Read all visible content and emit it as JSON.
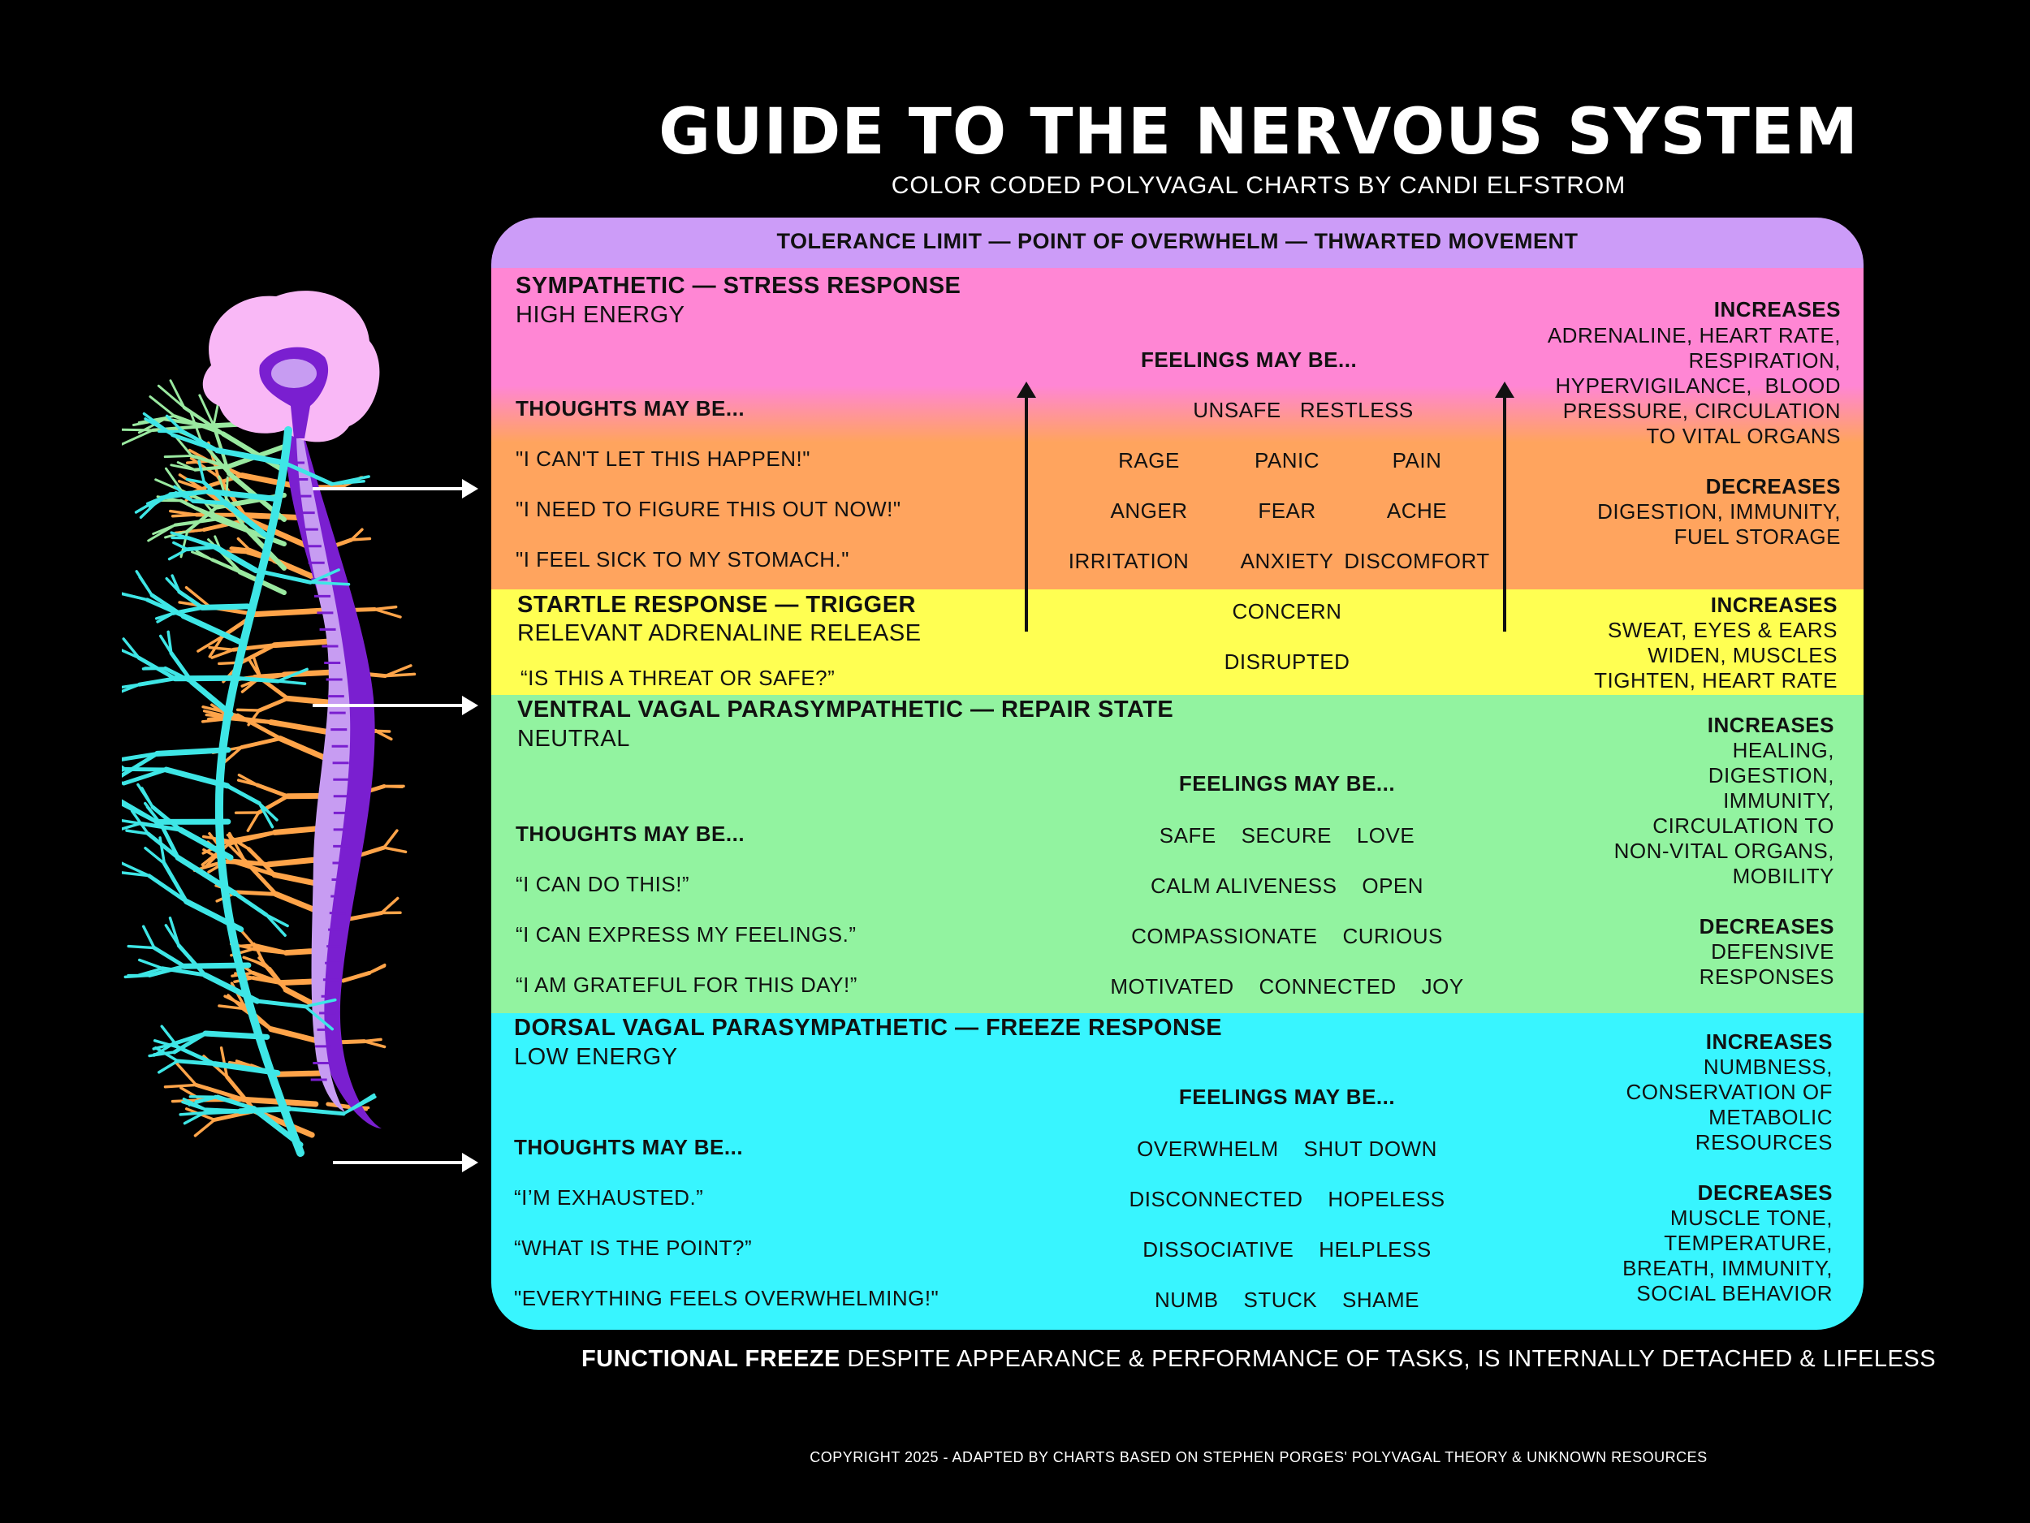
{
  "header": {
    "title": "GUIDE TO THE NERVOUS SYSTEM",
    "subtitle": "COLOR CODED POLYVAGAL CHARTS BY CANDI ELFSTROM"
  },
  "colors": {
    "tolerance": "#cc9cf8",
    "sympathetic_top": "#ff86d4",
    "sympathetic_bottom": "#ffa45e",
    "startle": "#ffff52",
    "ventral": "#92f3a0",
    "dorsal": "#38f5ff",
    "brain": "#f9b8f6",
    "spine_outer": "#7a1fd0",
    "spine_inner": "#c79cf2",
    "nerve_cyan": "#3ee6e6",
    "nerve_orange": "#ffa449",
    "nerve_green": "#9ae9a0"
  },
  "tolerance": "TOLERANCE LIMIT — POINT OF OVERWHELM — THWARTED MOVEMENT",
  "sympathetic": {
    "title": "SYMPATHETIC — STRESS RESPONSE",
    "energy": "HIGH ENERGY",
    "feelings_heading": "FEELINGS MAY BE...",
    "thoughts_heading": "THOUGHTS MAY BE...",
    "feelings": [
      "UNSAFE   RESTLESS",
      "RAGE",
      "PANIC",
      "PAIN",
      "ANGER",
      "FEAR",
      "ACHE",
      "IRRITATION",
      "ANXIETY",
      "DISCOMFORT"
    ],
    "thoughts": [
      "\"I CAN'T LET THIS HAPPEN!\"",
      "\"I NEED TO FIGURE THIS OUT NOW!\"",
      "\"I FEEL SICK TO MY STOMACH.\""
    ],
    "increases_heading": "INCREASES",
    "increases": [
      "ADRENALINE, HEART RATE,",
      "RESPIRATION,",
      "HYPERVIGILANCE,  BLOOD",
      "PRESSURE, CIRCULATION",
      "TO VITAL ORGANS"
    ],
    "decreases_heading": "DECREASES",
    "decreases": [
      "DIGESTION, IMMUNITY,",
      "FUEL STORAGE"
    ]
  },
  "startle": {
    "title": "STARTLE RESPONSE — TRIGGER",
    "subtitle": "RELEVANT ADRENALINE RELEASE",
    "thought": "“IS THIS A THREAT OR SAFE?”",
    "feelings": [
      "CONCERN",
      "DISRUPTED"
    ],
    "increases_heading": "INCREASES",
    "increases": [
      "SWEAT, EYES & EARS",
      "WIDEN, MUSCLES",
      "TIGHTEN, HEART RATE"
    ]
  },
  "ventral": {
    "title": "VENTRAL VAGAL PARASYMPATHETIC — REPAIR STATE",
    "energy": "NEUTRAL",
    "feelings_heading": "FEELINGS MAY BE...",
    "thoughts_heading": "THOUGHTS MAY BE...",
    "feelings": [
      "SAFE    SECURE    LOVE",
      "CALM ALIVENESS    OPEN",
      "COMPASSIONATE    CURIOUS",
      "MOTIVATED    CONNECTED    JOY"
    ],
    "thoughts": [
      "“I CAN DO THIS!”",
      "“I CAN EXPRESS MY FEELINGS.”",
      "“I AM GRATEFUL FOR THIS DAY!”"
    ],
    "increases_heading": "INCREASES",
    "increases": [
      "HEALING,",
      "DIGESTION,",
      "IMMUNITY,",
      "CIRCULATION TO",
      "NON-VITAL ORGANS,",
      "MOBILITY"
    ],
    "decreases_heading": "DECREASES",
    "decreases": [
      "DEFENSIVE",
      "RESPONSES"
    ]
  },
  "dorsal": {
    "title": "DORSAL VAGAL PARASYMPATHETIC — FREEZE RESPONSE",
    "energy": "LOW ENERGY",
    "feelings_heading": "FEELINGS MAY BE...",
    "thoughts_heading": "THOUGHTS MAY BE...",
    "feelings": [
      "OVERWHELM    SHUT DOWN",
      "DISCONNECTED    HOPELESS",
      "DISSOCIATIVE    HELPLESS",
      "NUMB    STUCK    SHAME"
    ],
    "thoughts": [
      "“I’M EXHAUSTED.”",
      "“WHAT IS THE POINT?”",
      "\"EVERYTHING FEELS OVERWHELMING!\""
    ],
    "increases_heading": "INCREASES",
    "increases": [
      "NUMBNESS,",
      "CONSERVATION OF",
      "METABOLIC",
      "RESOURCES"
    ],
    "decreases_heading": "DECREASES",
    "decreases": [
      "MUSCLE TONE,",
      "TEMPERATURE,",
      "BREATH, IMMUNITY,",
      "SOCIAL BEHAVIOR"
    ]
  },
  "footer": {
    "bold": "FUNCTIONAL FREEZE",
    "text": "DESPITE APPEARANCE & PERFORMANCE OF TASKS, IS INTERNALLY DETACHED & LIFELESS"
  },
  "copyright": "COPYRIGHT 2025  - ADAPTED BY CHARTS BASED ON STEPHEN PORGES' POLYVAGAL THEORY & UNKNOWN RESOURCES"
}
